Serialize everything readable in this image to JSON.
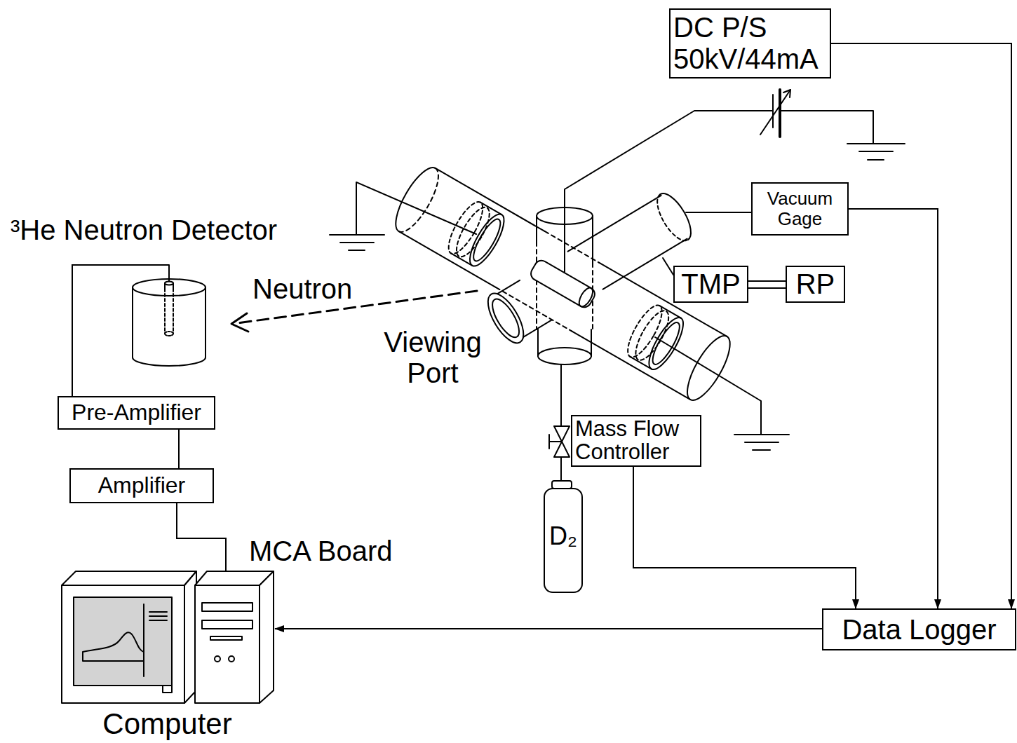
{
  "diagram": {
    "nodes": [
      {
        "text": [
          "DC P/S 50kV/44mA"
        ]
      },
      {
        "text": [
          "Vacuum Gage"
        ]
      },
      {
        "text": [
          "³He Neutron Detector"
        ]
      },
      {
        "text": [
          "TMP"
        ]
      },
      {
        "text": [
          "RP"
        ]
      },
      {
        "text": [
          "Pre-Amplifier"
        ]
      },
      {
        "text": [
          "Mass Flow Controller"
        ]
      },
      {
        "text": [
          "Amplifier"
        ]
      },
      {
        "text": [
          "D₂"
        ]
      },
      {
        "text": [
          "Computer"
        ]
      },
      {
        "text": [
          "Data Logger"
        ]
      }
    ],
    "edges": [
      {
        "from": 0,
        "to": 10,
        "arrow": "to"
      },
      {
        "from": 1,
        "to": 10,
        "arrow": "to"
      },
      {
        "from": 6,
        "to": 10,
        "arrow": "to"
      },
      {
        "from": 10,
        "to": 9,
        "arrow": "to"
      },
      {
        "from": 3,
        "to": 4,
        "arrow": "none"
      },
      {
        "from": 2,
        "to": 5,
        "arrow": "none"
      },
      {
        "from": 5,
        "to": 7,
        "arrow": "none"
      },
      {
        "from": 7,
        "to": 9,
        "arrow": "none"
      }
    ],
    "labels": [
      "Neutron",
      "Viewing Port",
      "MCA Board"
    ]
  }
}
